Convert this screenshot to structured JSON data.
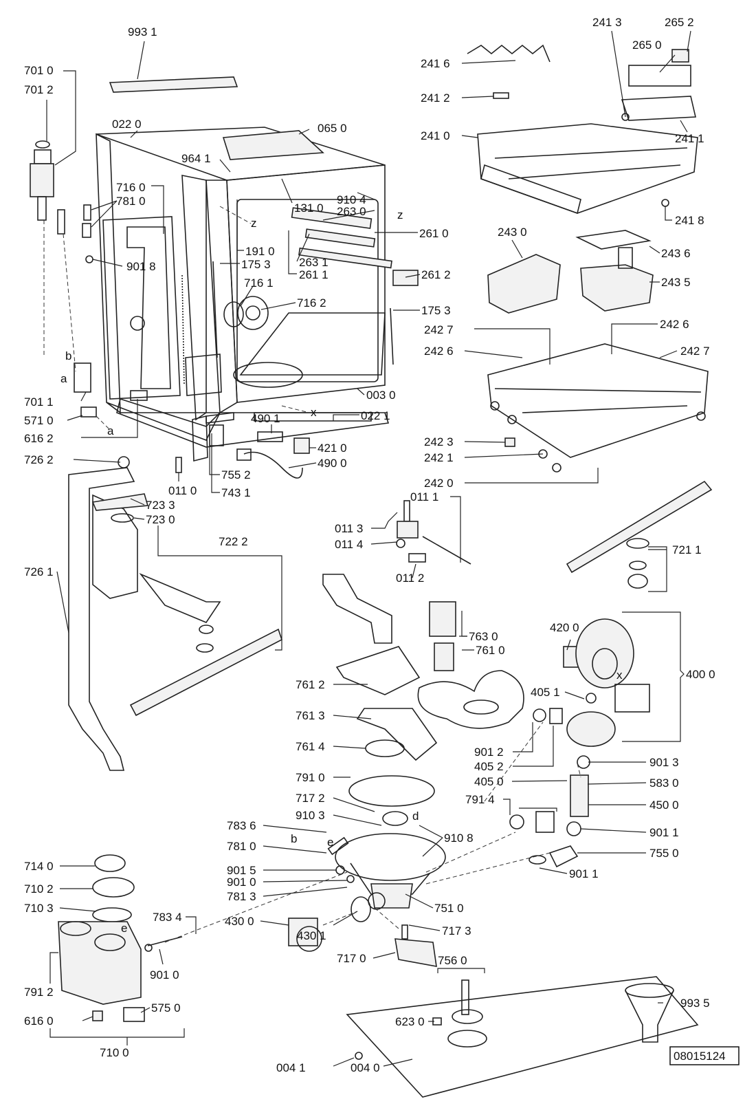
{
  "diagram": {
    "reference": "08015124",
    "letters": {
      "z": "z",
      "x": "x",
      "a": "a",
      "b": "b",
      "d": "d",
      "e": "e"
    },
    "parts": [
      {
        "id": "p9931",
        "label": "993 1"
      },
      {
        "id": "p7010",
        "label": "701 0"
      },
      {
        "id": "p7012",
        "label": "701 2"
      },
      {
        "id": "p0220",
        "label": "022 0"
      },
      {
        "id": "p0650",
        "label": "065 0"
      },
      {
        "id": "p9641",
        "label": "964 1"
      },
      {
        "id": "p7160",
        "label": "716 0"
      },
      {
        "id": "p7810a",
        "label": "781 0"
      },
      {
        "id": "p9018",
        "label": "901 8"
      },
      {
        "id": "p1310",
        "label": "131 0"
      },
      {
        "id": "p9104",
        "label": "910 4"
      },
      {
        "id": "p2630",
        "label": "263 0"
      },
      {
        "id": "p1910",
        "label": "191 0"
      },
      {
        "id": "p1753a",
        "label": "175 3"
      },
      {
        "id": "p7161",
        "label": "716 1"
      },
      {
        "id": "p7162",
        "label": "716 2"
      },
      {
        "id": "p2631",
        "label": "263 1"
      },
      {
        "id": "p2611",
        "label": "261 1"
      },
      {
        "id": "p2610",
        "label": "261 0"
      },
      {
        "id": "p2612",
        "label": "261 2"
      },
      {
        "id": "p1753b",
        "label": "175 3"
      },
      {
        "id": "p7011",
        "label": "701 1"
      },
      {
        "id": "p5710",
        "label": "571 0"
      },
      {
        "id": "p6162",
        "label": "616 2"
      },
      {
        "id": "p0030",
        "label": "003 0"
      },
      {
        "id": "p0221",
        "label": "022 1"
      },
      {
        "id": "p4901",
        "label": "490 1"
      },
      {
        "id": "p4210",
        "label": "421 0"
      },
      {
        "id": "p4900",
        "label": "490 0"
      },
      {
        "id": "p7262",
        "label": "726 2"
      },
      {
        "id": "p0110",
        "label": "011 0"
      },
      {
        "id": "p7552",
        "label": "755 2"
      },
      {
        "id": "p7431",
        "label": "743 1"
      },
      {
        "id": "p7233",
        "label": "723 3"
      },
      {
        "id": "p7230",
        "label": "723 0"
      },
      {
        "id": "p7222",
        "label": "722 2"
      },
      {
        "id": "p7261",
        "label": "726 1"
      },
      {
        "id": "p2413",
        "label": "241 3"
      },
      {
        "id": "p2652",
        "label": "265 2"
      },
      {
        "id": "p2650",
        "label": "265 0"
      },
      {
        "id": "p2416",
        "label": "241 6"
      },
      {
        "id": "p2412",
        "label": "241 2"
      },
      {
        "id": "p2410",
        "label": "241 0"
      },
      {
        "id": "p2411",
        "label": "241 1"
      },
      {
        "id": "p2418",
        "label": "241 8"
      },
      {
        "id": "p2430",
        "label": "243 0"
      },
      {
        "id": "p2436",
        "label": "243 6"
      },
      {
        "id": "p2435",
        "label": "243 5"
      },
      {
        "id": "p2427a",
        "label": "242 7"
      },
      {
        "id": "p2426a",
        "label": "242 6"
      },
      {
        "id": "p2426b",
        "label": "242 6"
      },
      {
        "id": "p2427b",
        "label": "242 7"
      },
      {
        "id": "p2423",
        "label": "242 3"
      },
      {
        "id": "p2421",
        "label": "242 1"
      },
      {
        "id": "p2420",
        "label": "242 0"
      },
      {
        "id": "p0111",
        "label": "011 1"
      },
      {
        "id": "p0113",
        "label": "011 3"
      },
      {
        "id": "p0114",
        "label": "011 4"
      },
      {
        "id": "p0112",
        "label": "011 2"
      },
      {
        "id": "p7211",
        "label": "721 1"
      },
      {
        "id": "p7630",
        "label": "763 0"
      },
      {
        "id": "p7610",
        "label": "761 0"
      },
      {
        "id": "p4200",
        "label": "420 0"
      },
      {
        "id": "p4000",
        "label": "400 0"
      },
      {
        "id": "p7612",
        "label": "761 2"
      },
      {
        "id": "p4051",
        "label": "405 1"
      },
      {
        "id": "p7613",
        "label": "761 3"
      },
      {
        "id": "p7614",
        "label": "761 4"
      },
      {
        "id": "p9012",
        "label": "901 2"
      },
      {
        "id": "p4052",
        "label": "405 2"
      },
      {
        "id": "p4050",
        "label": "405 0"
      },
      {
        "id": "p9013",
        "label": "901 3"
      },
      {
        "id": "p5830",
        "label": "583 0"
      },
      {
        "id": "p4500",
        "label": "450 0"
      },
      {
        "id": "p7910",
        "label": "791 0"
      },
      {
        "id": "p7172",
        "label": "717 2"
      },
      {
        "id": "p7914",
        "label": "791 4"
      },
      {
        "id": "p9103",
        "label": "910 3"
      },
      {
        "id": "p9011a",
        "label": "901 1"
      },
      {
        "id": "p7836",
        "label": "783 6"
      },
      {
        "id": "p9108",
        "label": "910 8"
      },
      {
        "id": "p7810b",
        "label": "781 0"
      },
      {
        "id": "p7550",
        "label": "755 0"
      },
      {
        "id": "p9015",
        "label": "901 5"
      },
      {
        "id": "p9010a",
        "label": "901 0"
      },
      {
        "id": "p9011b",
        "label": "901 1"
      },
      {
        "id": "p7813",
        "label": "781 3"
      },
      {
        "id": "p7510",
        "label": "751 0"
      },
      {
        "id": "p7140",
        "label": "714 0"
      },
      {
        "id": "p7102",
        "label": "710 2"
      },
      {
        "id": "p7103",
        "label": "710 3"
      },
      {
        "id": "p7834",
        "label": "783 4"
      },
      {
        "id": "p4300",
        "label": "430 0"
      },
      {
        "id": "p4301",
        "label": "430 1"
      },
      {
        "id": "p7173",
        "label": "717 3"
      },
      {
        "id": "p7170",
        "label": "717 0"
      },
      {
        "id": "p7560",
        "label": "756 0"
      },
      {
        "id": "p9010b",
        "label": "901 0"
      },
      {
        "id": "p7912",
        "label": "791 2"
      },
      {
        "id": "p6160",
        "label": "616 0"
      },
      {
        "id": "p5750",
        "label": "575 0"
      },
      {
        "id": "p6230",
        "label": "623 0"
      },
      {
        "id": "p9935",
        "label": "993 5"
      },
      {
        "id": "p7100",
        "label": "710 0"
      },
      {
        "id": "p0041",
        "label": "004 1"
      },
      {
        "id": "p0040",
        "label": "004 0"
      }
    ]
  }
}
